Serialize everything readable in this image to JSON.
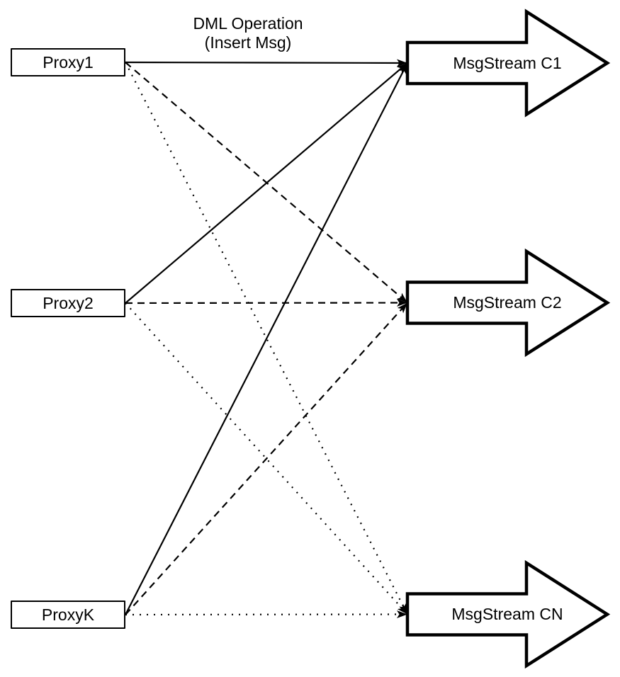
{
  "diagram": {
    "title": {
      "line1": "DML Operation",
      "line2": "(Insert Msg)"
    },
    "proxies": [
      {
        "id": "proxy1",
        "label": "Proxy1"
      },
      {
        "id": "proxy2",
        "label": "Proxy2"
      },
      {
        "id": "proxyK",
        "label": "ProxyK"
      }
    ],
    "streams": [
      {
        "id": "c1",
        "label": "MsgStream C1"
      },
      {
        "id": "c2",
        "label": "MsgStream C2"
      },
      {
        "id": "cn",
        "label": "MsgStream CN"
      }
    ],
    "edges": [
      {
        "from": "proxy1",
        "to": "c1",
        "style": "solid"
      },
      {
        "from": "proxy2",
        "to": "c1",
        "style": "solid"
      },
      {
        "from": "proxyK",
        "to": "c1",
        "style": "solid"
      },
      {
        "from": "proxy1",
        "to": "c2",
        "style": "dashed"
      },
      {
        "from": "proxy2",
        "to": "c2",
        "style": "dashed"
      },
      {
        "from": "proxyK",
        "to": "c2",
        "style": "dashed"
      },
      {
        "from": "proxy1",
        "to": "cn",
        "style": "dotted"
      },
      {
        "from": "proxy2",
        "to": "cn",
        "style": "dotted"
      },
      {
        "from": "proxyK",
        "to": "cn",
        "style": "dotted"
      }
    ],
    "colors": {
      "stroke": "#000000",
      "fill": "#ffffff",
      "background": "#ffffff"
    }
  }
}
